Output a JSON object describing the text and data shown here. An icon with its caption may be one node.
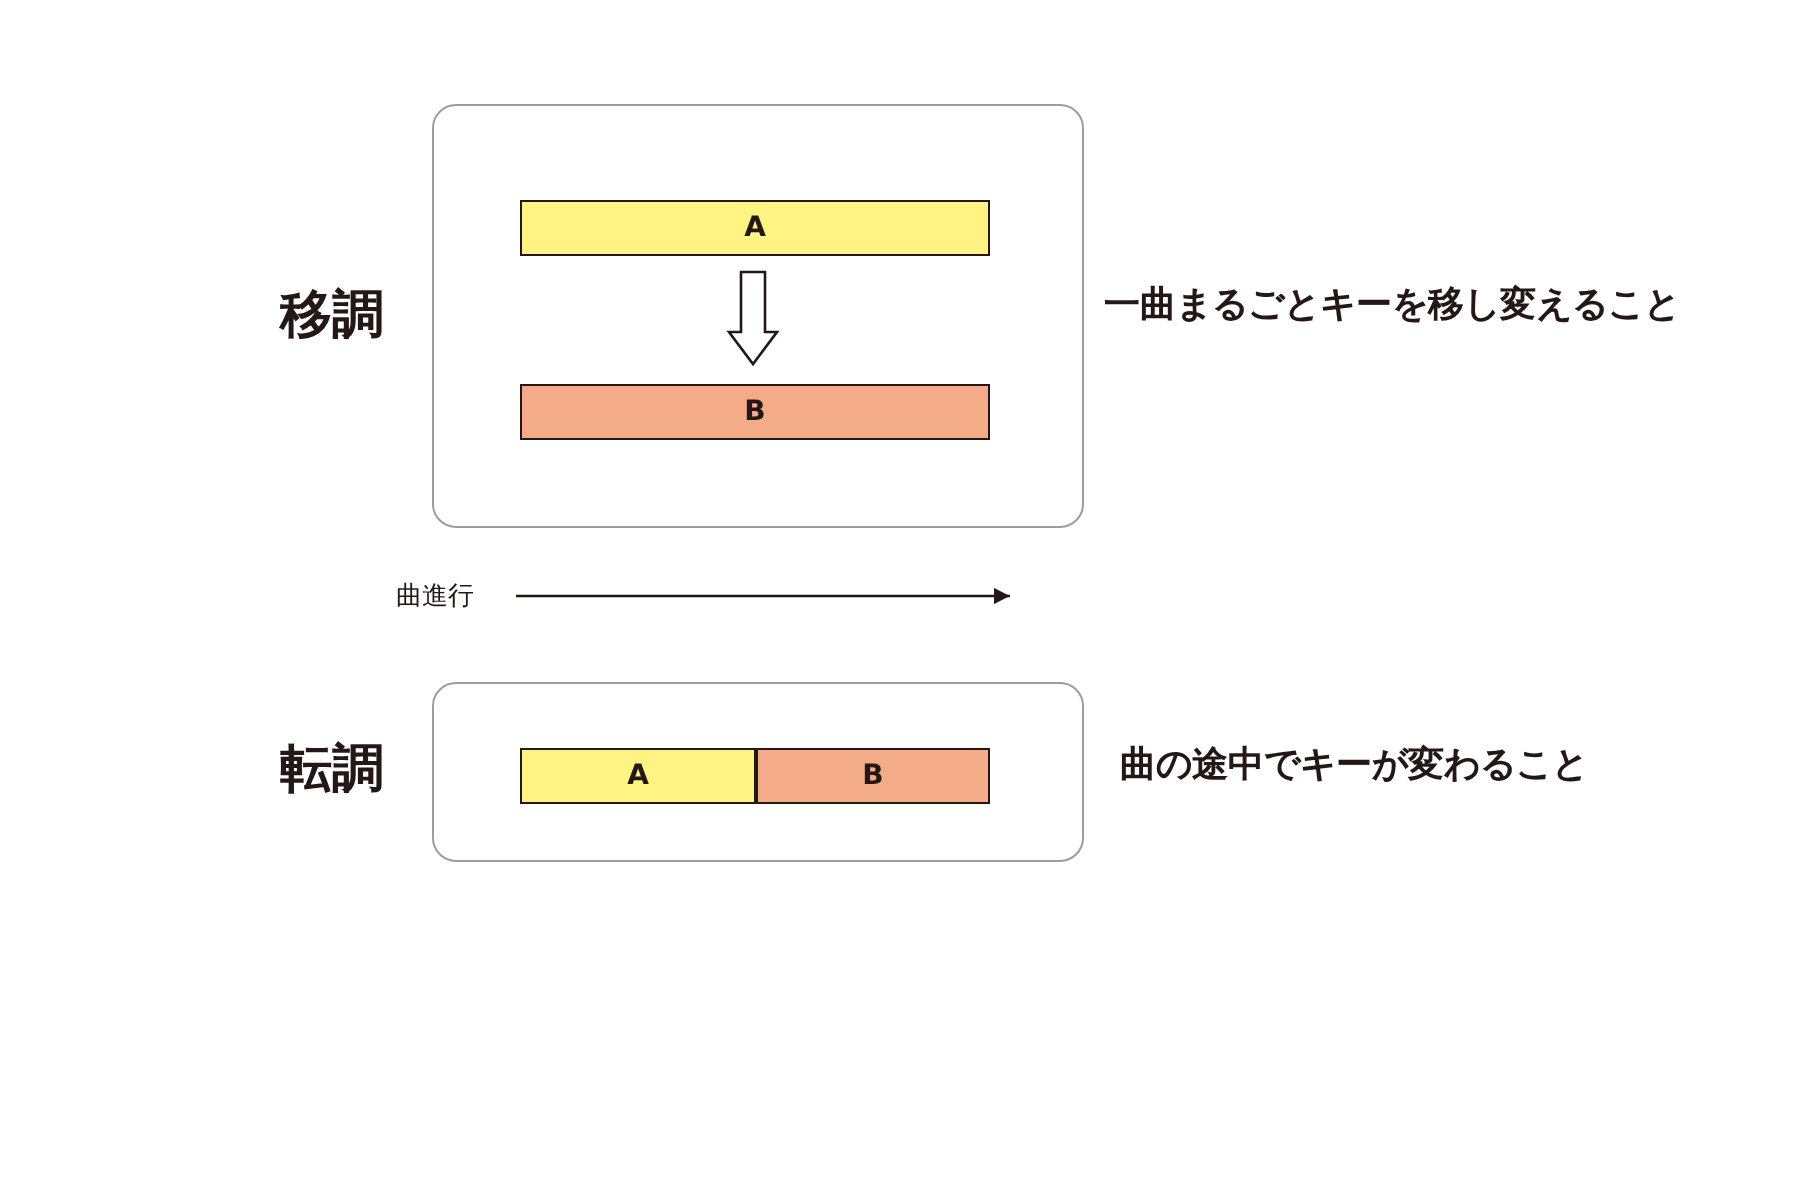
{
  "diagram": {
    "nodes": [
      {
        "text": [],
        "shape": "box",
        "beside": [
          "移調",
          "一曲まるごとキーを移し変えること"
        ]
      },
      {
        "text": [
          "A"
        ],
        "in": 0
      },
      {
        "text": [
          "B"
        ],
        "in": 0
      },
      {
        "text": [],
        "shape": "box",
        "beside": [
          "転調",
          "曲の途中でキーが変わること"
        ]
      },
      {
        "text": [
          "A"
        ],
        "in": 3
      },
      {
        "text": [
          "B"
        ],
        "in": 3
      }
    ],
    "edges": [
      {
        "from": 1,
        "to": 2,
        "arrow": "to"
      }
    ],
    "labels": [
      "曲進行"
    ]
  }
}
